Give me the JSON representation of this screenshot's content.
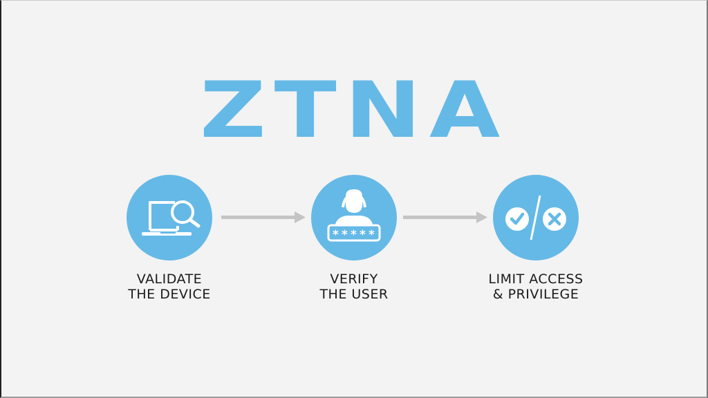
{
  "title": "ZTNA",
  "colors": {
    "accent": "#65b9e6",
    "background": "#f3f3f3",
    "text": "#1a1a1a",
    "arrow": "#c4c4c4"
  },
  "steps": [
    {
      "icon": "laptop-magnifier-icon",
      "line1": "VALIDATE",
      "line2": "THE DEVICE"
    },
    {
      "icon": "user-password-icon",
      "line1": "VERIFY",
      "line2": "THE USER"
    },
    {
      "icon": "check-slash-x-icon",
      "line1": "LIMIT ACCESS",
      "line2": "& PRIVILEGE"
    }
  ],
  "arrows": [
    {
      "icon": "arrow-right-icon"
    },
    {
      "icon": "arrow-right-icon"
    }
  ]
}
